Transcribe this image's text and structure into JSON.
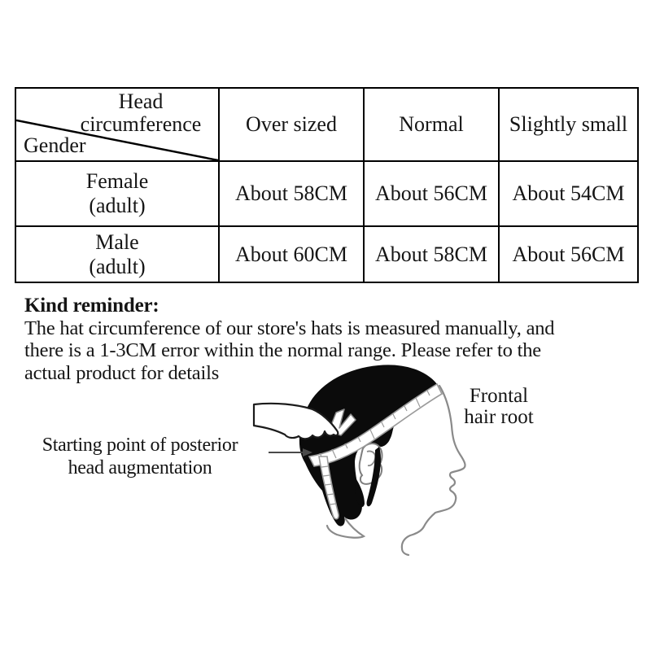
{
  "size_table": {
    "axis_label_top": [
      "Head",
      "circumference"
    ],
    "axis_label_bottom": "Gender",
    "col_headers": [
      "Over sized",
      "Normal",
      "Slightly small"
    ],
    "rows": [
      {
        "gender": [
          "Female",
          "(adult)"
        ],
        "values": [
          "About 58CM",
          "About 56CM",
          "About 54CM"
        ]
      },
      {
        "gender": [
          "Male",
          "(adult)"
        ],
        "values": [
          "About 60CM",
          "About 58CM",
          "About 56CM"
        ]
      }
    ]
  },
  "reminder": {
    "title": "Kind reminder:",
    "lines": [
      "The hat circumference of our store's hats is measured manually, and",
      "there is a 1-3CM error within the normal range. Please refer to the",
      "actual product for details"
    ]
  },
  "diagram": {
    "label_posterior": [
      "Starting point of posterior",
      "head augmentation"
    ],
    "label_frontal": [
      "Frontal",
      "hair root"
    ],
    "arrow_icon": "→"
  },
  "colors": {
    "ink": "#151515",
    "table_border": "#000000",
    "hair": "#0b0b0b",
    "sketch": "#8a8a8a",
    "tape_edge": "#9b9b9b"
  }
}
